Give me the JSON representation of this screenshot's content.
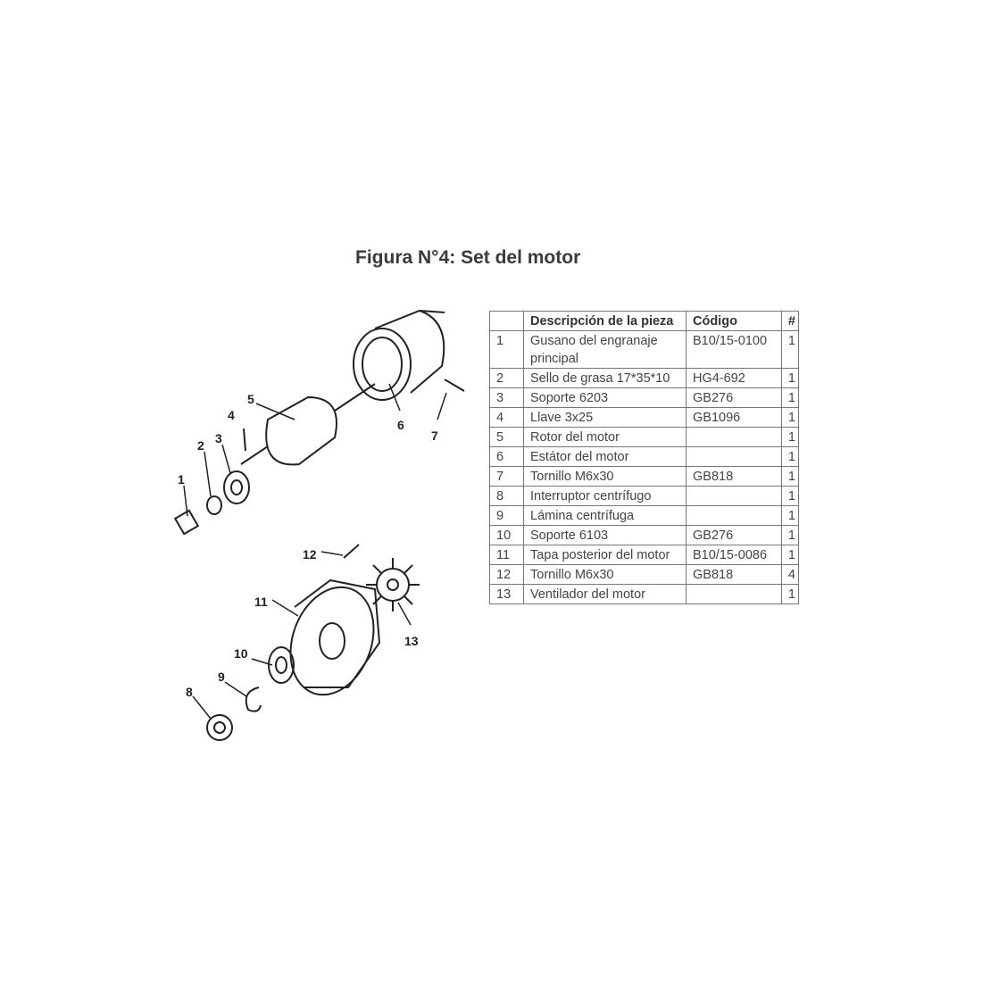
{
  "title": "Figura N°4: Set del motor",
  "diagram_labels": [
    "1",
    "2",
    "3",
    "4",
    "5",
    "6",
    "7",
    "8",
    "9",
    "10",
    "11",
    "12",
    "13"
  ],
  "table": {
    "headers": [
      "",
      "Descripción de la pieza",
      "Código",
      "#"
    ],
    "rows": [
      [
        "1",
        "Gusano del engranaje principal",
        "B10/15-0100",
        "1"
      ],
      [
        "2",
        "Sello de grasa 17*35*10",
        "HG4-692",
        "1"
      ],
      [
        "3",
        "Soporte 6203",
        "GB276",
        "1"
      ],
      [
        "4",
        "Llave 3x25",
        "GB1096",
        "1"
      ],
      [
        "5",
        "Rotor del motor",
        "",
        "1"
      ],
      [
        "6",
        "Estátor del motor",
        "",
        "1"
      ],
      [
        "7",
        "Tornillo M6x30",
        "GB818",
        "1"
      ],
      [
        "8",
        "Interruptor centrífugo",
        "",
        "1"
      ],
      [
        "9",
        "Lámina centrífuga",
        "",
        "1"
      ],
      [
        "10",
        "Soporte 6103",
        "GB276",
        "1"
      ],
      [
        "11",
        "Tapa posterior del motor",
        "B10/15-0086",
        "1"
      ],
      [
        "12",
        "Tornillo M6x30",
        "GB818",
        "4"
      ],
      [
        "13",
        "Ventilador del motor",
        "",
        "1"
      ]
    ]
  }
}
